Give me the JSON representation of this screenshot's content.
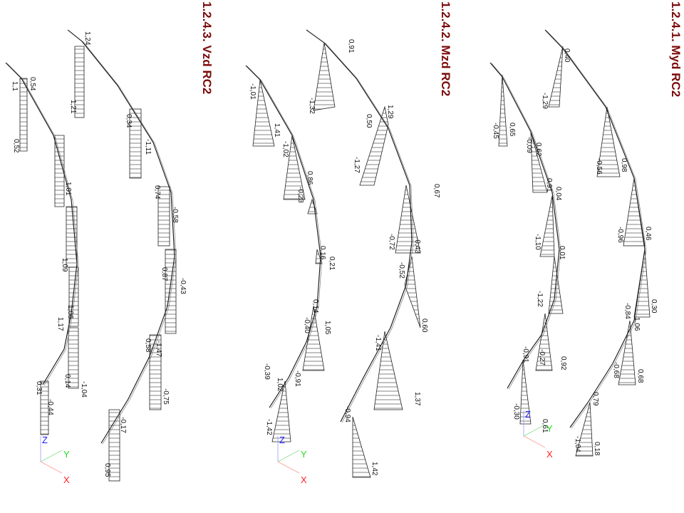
{
  "panels": [
    {
      "title": "1.2.4.1. Myd RC2",
      "labels": [
        "-1,29",
        "0,40",
        "-0,56",
        "0,98",
        "-0,96",
        "0,46",
        "-0,84",
        "1,06",
        "0,30",
        "-0,68",
        "0,68",
        "0,79",
        "-1,04",
        "0,18",
        "-0,45",
        "0,65",
        "-0,09",
        "0,62",
        "0,91",
        "0,04",
        "-1,10",
        "0,01",
        "-1,22",
        "-0,91",
        "-0,27",
        "0,92",
        "-0,30",
        "0,61"
      ],
      "axes": {
        "x": "X",
        "y": "Y",
        "z": "Z"
      }
    },
    {
      "title": "1.2.4.2. Mzd RC2",
      "labels": [
        "0,91",
        "-1,32",
        "0,50",
        "1,29",
        "-1,27",
        "0,67",
        "-0,72",
        "-0,43",
        "-0,52",
        "0,60",
        "-1,41",
        "1,37",
        "-0,94",
        "1,42",
        "-1,01",
        "1,41",
        "-1,02",
        "0,86",
        "-0,23",
        "0,16",
        "0,21",
        "0,14",
        "-0,40",
        "1,05",
        "-0,39",
        "-0,91",
        "1,02",
        "-1,42"
      ],
      "axes": {
        "x": "X",
        "y": "Y",
        "z": "Z"
      }
    },
    {
      "title": "1.2.4.3. Vzd RC2",
      "labels": [
        "1,24",
        "1,21",
        "0,34",
        "-1,11",
        "0,74",
        "-0,58",
        "0,87",
        "-0,43",
        "0,58",
        "-1,47",
        "-0,75",
        "-0,17",
        "0,95",
        "1,1",
        "0,54",
        "0,52",
        "1,01",
        "1,09",
        "1,06",
        "1,17",
        "0,14",
        "-1,04",
        "0,31",
        "-0,44"
      ],
      "axes": {
        "x": "X",
        "y": "Y",
        "z": "Z"
      }
    }
  ],
  "colors": {
    "title": "#7a0a0a",
    "x_axis": "#ff2020",
    "y_axis": "#22dd22",
    "z_axis": "#1a1aff"
  }
}
